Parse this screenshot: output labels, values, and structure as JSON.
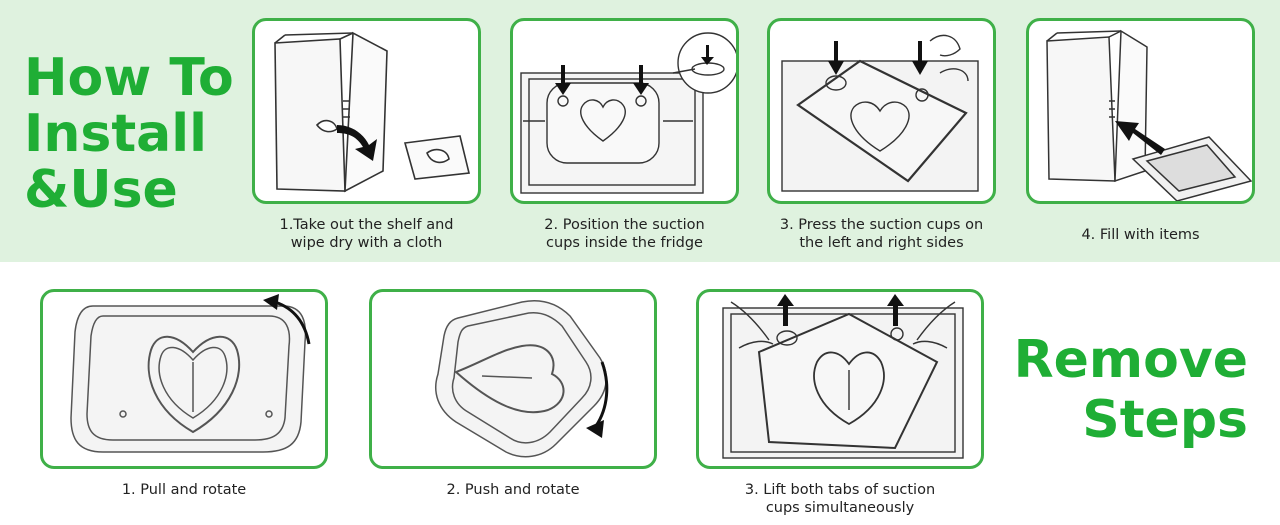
{
  "install_title": [
    "How To",
    "Install",
    "&Use"
  ],
  "remove_title": [
    "Remove",
    "Steps"
  ],
  "install_steps": [
    {
      "caption_lines": [
        "1.Take out the shelf and",
        "wipe dry with a cloth"
      ],
      "icon": "fridge-wipe-icon"
    },
    {
      "caption_lines": [
        "2. Position the suction",
        "cups inside the fridge"
      ],
      "icon": "suction-position-icon"
    },
    {
      "caption_lines": [
        "3. Press the suction cups on",
        "the left and right sides"
      ],
      "icon": "press-cups-icon"
    },
    {
      "caption_lines": [
        "4. Fill with items"
      ],
      "icon": "fridge-fill-icon"
    }
  ],
  "remove_steps": [
    {
      "caption_lines": [
        "1. Pull and rotate"
      ],
      "icon": "pull-rotate-icon"
    },
    {
      "caption_lines": [
        "2. Push and rotate"
      ],
      "icon": "push-rotate-icon"
    },
    {
      "caption_lines": [
        "3. Lift both tabs of suction",
        "cups simultaneously"
      ],
      "icon": "lift-tabs-icon"
    }
  ],
  "colors": {
    "accent_green": "#1fae35",
    "panel_border": "#3fb048",
    "band_top": "#dff2df"
  }
}
